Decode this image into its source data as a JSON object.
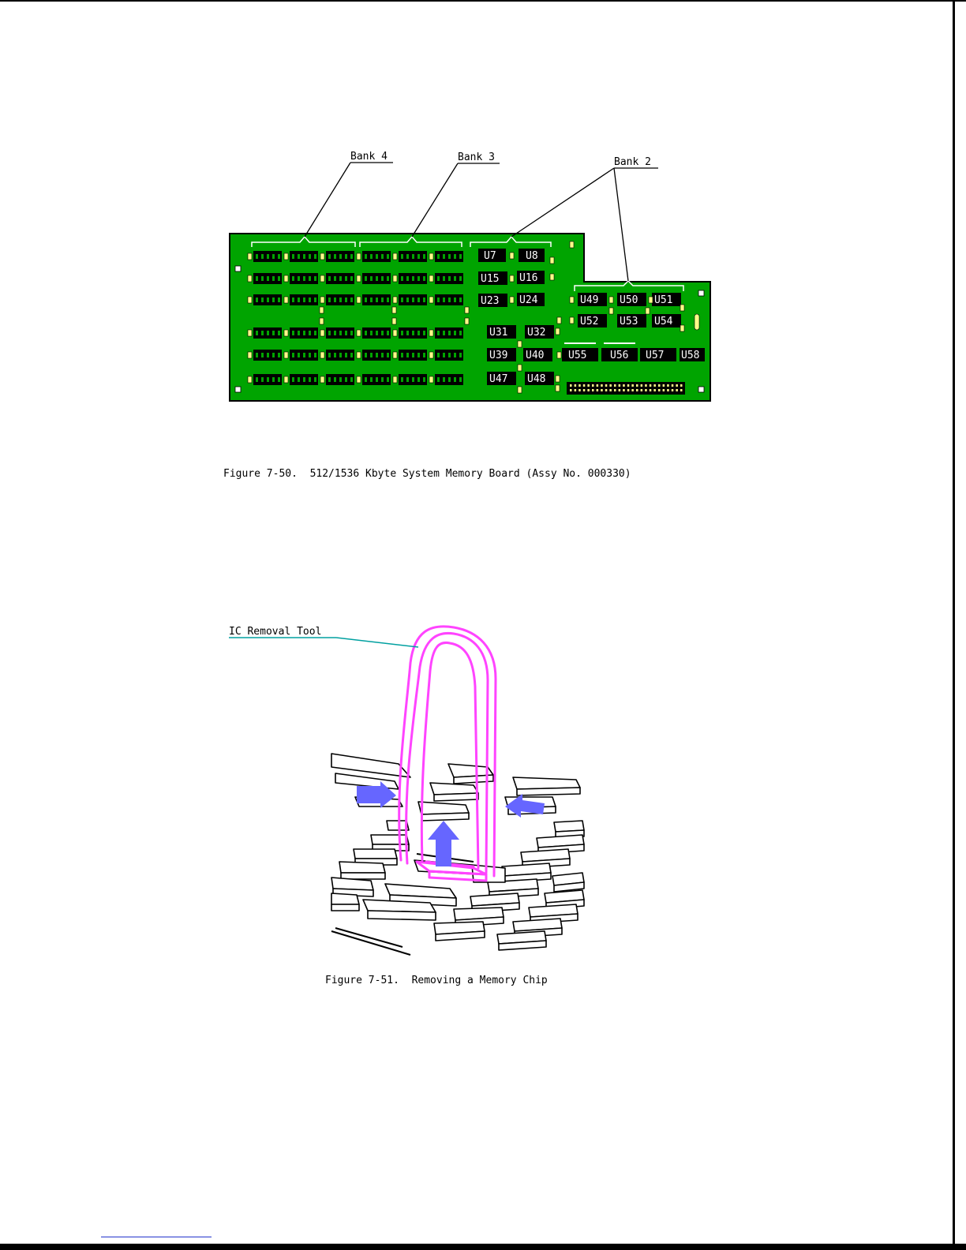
{
  "figure1": {
    "caption": "Figure 7-50.  512/1536 Kbyte System Memory Board (Assy No. 000330)",
    "bank_labels": [
      "Bank 4",
      "Bank 3",
      "Bank 2"
    ],
    "chips": [
      "U7",
      "U8",
      "U15",
      "U16",
      "U23",
      "U24",
      "U31",
      "U32",
      "U39",
      "U40",
      "U47",
      "U48",
      "U49",
      "U50",
      "U51",
      "U52",
      "U53",
      "U54",
      "U55",
      "U56",
      "U57",
      "U58"
    ],
    "board_color": "#00a400",
    "chip_color": "#000000",
    "pad_color": "#ffff88"
  },
  "figure2": {
    "caption": "Figure 7-51.  Removing a Memory Chip",
    "tool_label": "IC Removal Tool",
    "tool_color": "#ff44ff",
    "arrow_color": "#6666ff",
    "leader_color": "#00a0a0"
  }
}
